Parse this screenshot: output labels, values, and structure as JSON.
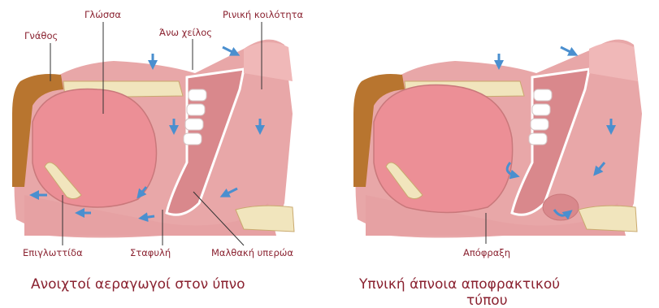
{
  "left_panel": {
    "labels": {
      "jaw": "Γνάθος",
      "tongue": "Γλώσσα",
      "upper_lip": "Άνω χείλος",
      "nasal_cavity": "Ρινική κοιλότητα",
      "epiglottis": "Επιγλωττίδα",
      "uvula": "Σταφυλή",
      "soft_palate": "Μαλθακή υπερώα"
    },
    "caption": "Ανοιχτοί αεραγωγοί στον ύπνο"
  },
  "right_panel": {
    "labels": {
      "obstruction": "Απόφραξη"
    },
    "caption_line1": "Υπνική άπνοια αποφρακτικού",
    "caption_line2": "τύπου"
  },
  "colors": {
    "label_text": "#8a2230",
    "tissue": "#e6a1a3",
    "tissue_dark": "#c9787b",
    "tongue": "#ec8f96",
    "bone": "#f1e5bd",
    "airflow_arrow": "#4a8fcf",
    "leader_line": "#333333"
  }
}
